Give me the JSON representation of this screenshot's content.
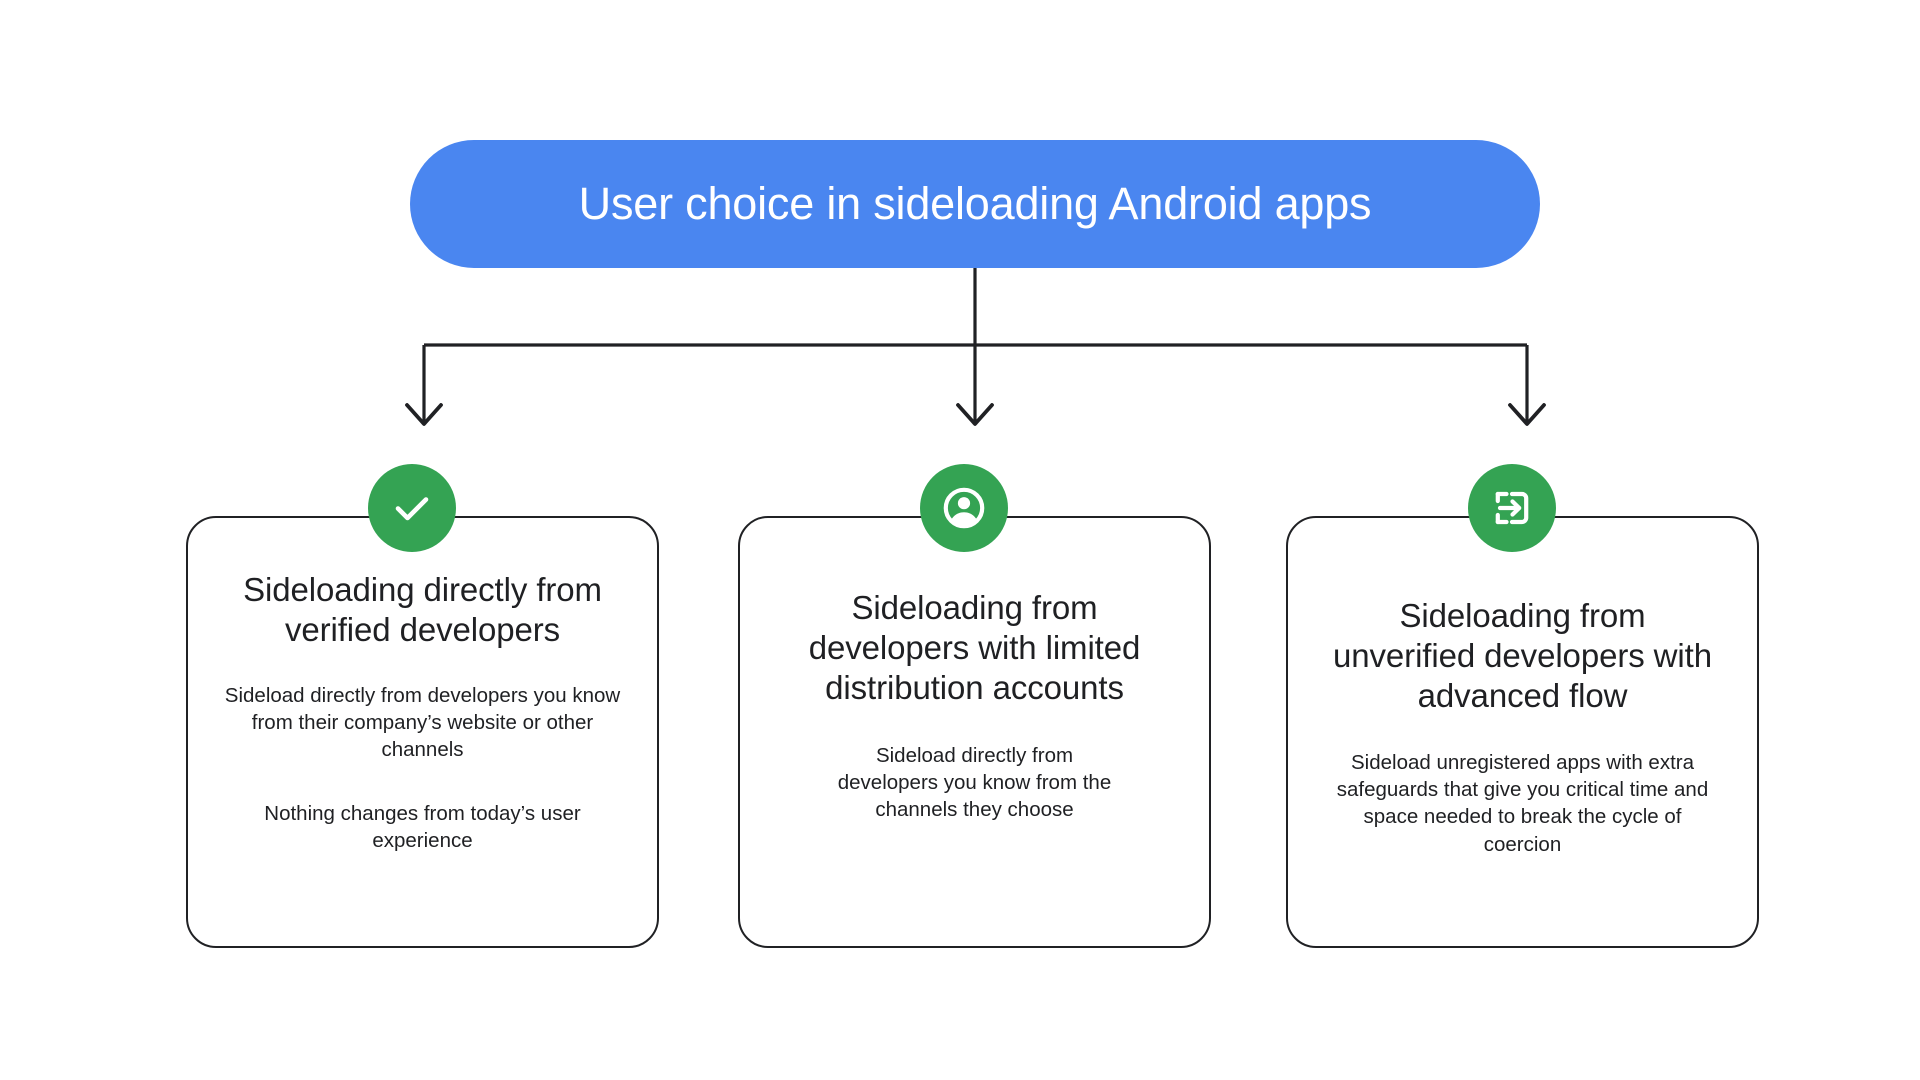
{
  "diagram": {
    "title": "User choice in sideloading Android apps",
    "title_pill_color": "#4a86f0",
    "title_text_color": "#ffffff",
    "connector_color": "#202124",
    "icon_badge_color": "#34a353",
    "card_border_color": "#202124",
    "background_color": "#ffffff",
    "branches": [
      {
        "icon": "check-icon",
        "title": "Sideloading directly from verified developers",
        "paragraphs": [
          "Sideload directly from developers you know from their company’s website or other channels",
          "Nothing changes from today’s user experience"
        ]
      },
      {
        "icon": "account-circle-icon",
        "title": "Sideloading from developers with limited distribution accounts",
        "paragraphs": [
          "Sideload directly from developers you know from the channels they choose"
        ]
      },
      {
        "icon": "login-arrow-icon",
        "title": "Sideloading from unverified developers with advanced flow",
        "paragraphs": [
          "Sideload unregistered apps with extra safeguards that give you critical time and space needed to break the cycle of coercion"
        ]
      }
    ]
  }
}
